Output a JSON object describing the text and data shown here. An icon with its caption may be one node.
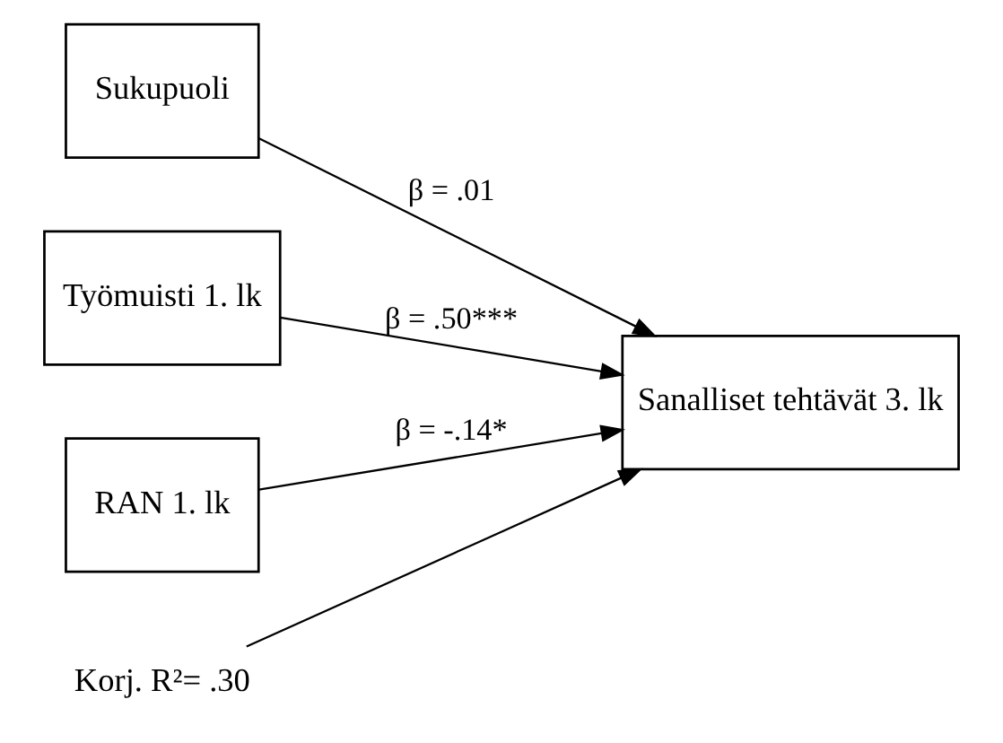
{
  "diagram": {
    "nodes": [
      {
        "text": [
          "Sukupuoli"
        ]
      },
      {
        "text": [
          "Työmuisti 1. lk"
        ]
      },
      {
        "text": [
          "RAN 1. lk"
        ]
      },
      {
        "text": [
          "Sanalliset tehtävät 3. lk"
        ]
      },
      {
        "text": [
          "Korj. R²= .30"
        ]
      }
    ],
    "edges": [
      {
        "from": 0,
        "to": 3,
        "arrow": "to",
        "label": "β = .01"
      },
      {
        "from": 1,
        "to": 3,
        "arrow": "to",
        "label": "β = .50***"
      },
      {
        "from": 2,
        "to": 3,
        "arrow": "to",
        "label": "β = -.14*"
      },
      {
        "from": 4,
        "to": 3,
        "arrow": "to"
      }
    ]
  }
}
